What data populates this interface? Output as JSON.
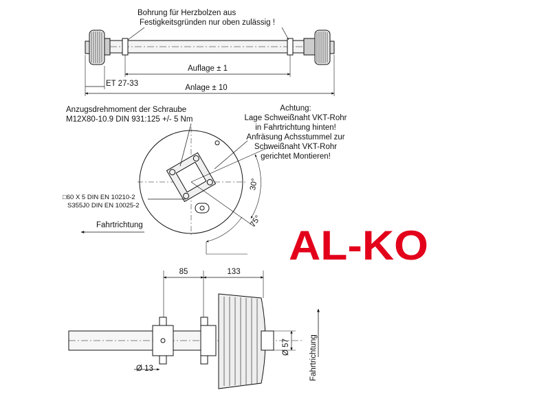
{
  "notes": {
    "top_line1": "Bohrung für Herzbolzen aus",
    "top_line2": "Festigkeitsgründen nur oben zulässig !",
    "torque_line1": "Anzugsdrehmoment der Schraube",
    "torque_line2": "M12X80-10.9 DIN 931:125 +/- 5 Nm",
    "warn_line1": "Achtung:",
    "warn_line2": "Lage Schweißnaht VKT-Rohr",
    "warn_line3": "in Fahrtrichtung hinten!",
    "warn_line4": "Anfräsung Achsstummel zur",
    "warn_line5": "Schweißnaht VKT-Rohr",
    "warn_line6": "gerichtet Montieren!",
    "material_line1": "□60 X 5 DIN EN 10210-2",
    "material_line2": "S355J0 DIN EN 10025-2"
  },
  "dimensions": {
    "auflage": "Auflage   ±  1",
    "anlage": "Anlage   ±  10",
    "et": "ET 27-33",
    "angle_30": "30°",
    "angle_75": "75°",
    "dim_85": "85",
    "dim_133": "133",
    "dia_57": "Ø 57",
    "dia_13": "Ø 13"
  },
  "direction": {
    "side": "Fahrtrichtung",
    "vertical": "Fahrtrichtung"
  },
  "logo": {
    "text": "AL-KO",
    "color": "#e3001b"
  }
}
